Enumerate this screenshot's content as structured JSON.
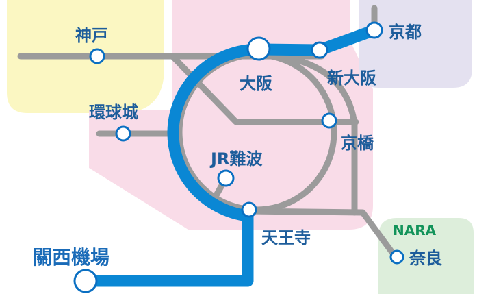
{
  "colors": {
    "line_highlight": "#0a87d4",
    "line_other": "#9b9b9b",
    "label": "#1d5d9b",
    "kobe_area": "#fbf7c2",
    "osaka_area": "#f9dce8",
    "kyoto_area": "#e4e1f0",
    "nara_area": "#ddeedb",
    "nara_text": "#13935a"
  },
  "stations": {
    "kobe": "神戸",
    "osaka": "大阪",
    "shin_osaka": "新大阪",
    "kyoto": "京都",
    "universal": "環球城",
    "kyobashi": "京橋",
    "jr_namba": "JR難波",
    "tennoji": "天王寺",
    "kansai_airport": "關西機場",
    "nara": "奈良",
    "nara_en": "NARA"
  }
}
